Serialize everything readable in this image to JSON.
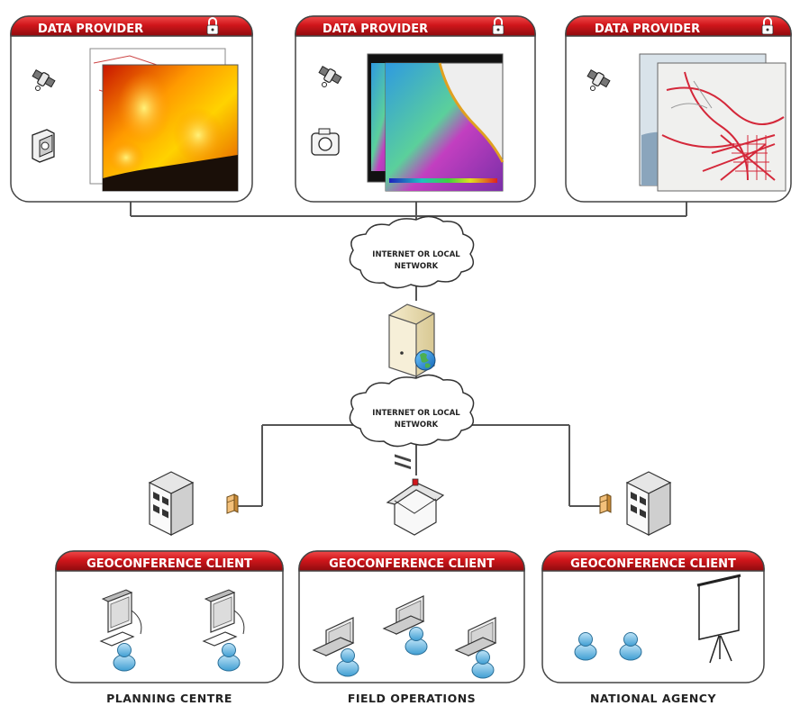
{
  "providers": [
    {
      "title": "DATA PROVIDER",
      "lock_icon": "padlock-icon",
      "sensor_icons": [
        "satellite-icon",
        "camera-icon"
      ],
      "image": "wildfire-photo"
    },
    {
      "title": "DATA PROVIDER",
      "lock_icon": "padlock-icon",
      "sensor_icons": [
        "satellite-icon",
        "camera-icon"
      ],
      "image": "ocean-heatmap"
    },
    {
      "title": "DATA PROVIDER",
      "lock_icon": "padlock-icon",
      "sensor_icons": [
        "satellite-icon"
      ],
      "image": "road-map"
    }
  ],
  "network": {
    "upper_cloud": {
      "line1": "INTERNET OR LOCAL",
      "line2": "NETWORK"
    },
    "lower_cloud": {
      "line1": "INTERNET OR LOCAL",
      "line2": "NETWORK"
    },
    "server_icon": "server-icon",
    "globe_icon": "globe-icon"
  },
  "clients": [
    {
      "title": "GEOCONFERENCE CLIENT",
      "site": "PLANNING CENTRE",
      "site_icon": "office-building-icon",
      "firewall_icon": "firewall-icon",
      "devices": [
        "desktop-computer-icon",
        "desktop-computer-icon"
      ],
      "users": 2
    },
    {
      "title": "GEOCONFERENCE CLIENT",
      "site": "FIELD OPERATIONS",
      "site_icon": "house-icon",
      "devices": [
        "laptop-icon",
        "laptop-icon",
        "laptop-icon"
      ],
      "users": 3
    },
    {
      "title": "GEOCONFERENCE CLIENT",
      "site": "NATIONAL AGENCY",
      "site_icon": "office-building-icon",
      "firewall_icon": "firewall-icon",
      "devices": [
        "projector-screen-icon"
      ],
      "users": 2
    }
  ],
  "colors": {
    "header_red": "#d0161b",
    "header_red_dark": "#8e0b0e",
    "panel_border": "#444444",
    "line": "#555555"
  }
}
